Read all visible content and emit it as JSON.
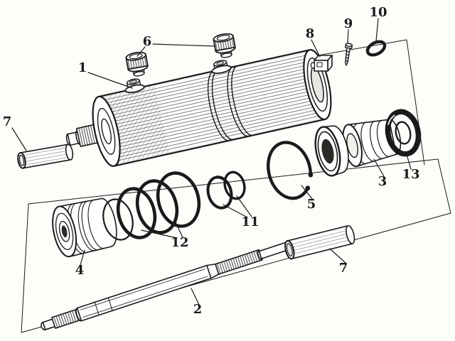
{
  "figure": {
    "background_color": "#fdfdfa",
    "ink_color": "#1a1a1a"
  },
  "callouts": [
    {
      "id": "callout-1",
      "label": "1"
    },
    {
      "id": "callout-2",
      "label": "2"
    },
    {
      "id": "callout-3",
      "label": "3"
    },
    {
      "id": "callout-4",
      "label": "4"
    },
    {
      "id": "callout-5",
      "label": "5"
    },
    {
      "id": "callout-6",
      "label": "6"
    },
    {
      "id": "callout-7-left",
      "label": "7"
    },
    {
      "id": "callout-7-right",
      "label": "7"
    },
    {
      "id": "callout-8",
      "label": "8"
    },
    {
      "id": "callout-9",
      "label": "9"
    },
    {
      "id": "callout-10",
      "label": "10"
    },
    {
      "id": "callout-11",
      "label": "11"
    },
    {
      "id": "callout-12",
      "label": "12"
    },
    {
      "id": "callout-13",
      "label": "13"
    }
  ]
}
